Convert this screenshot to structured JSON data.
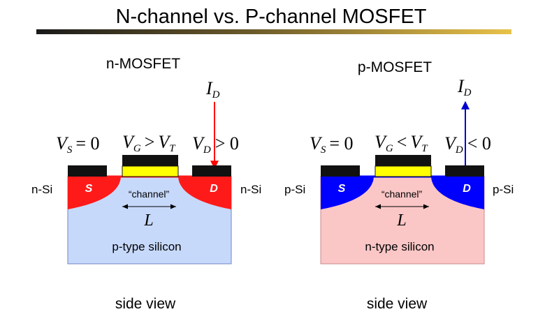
{
  "slide_title": "N-channel vs. P-channel MOSFET",
  "colors": {
    "title_bar_left": "#1a1a1a",
    "title_bar_right": "#e8c24a",
    "metal": "#111111",
    "gate_oxide": "#ffff00",
    "n_region": "#ff1a1a",
    "p_region": "#0000ff",
    "p_substrate": "#c7d9fb",
    "n_substrate": "#fbc6c6",
    "arrow_nmos": "#ff0000",
    "arrow_pmos": "#0000cc"
  },
  "nmos": {
    "title": "n-MOSFET",
    "vs": "V",
    "vs_sub": "S",
    "vs_rel": "= 0",
    "vg": "V",
    "vg_sub": "G",
    "vg_rel": ">",
    "vt": "V",
    "vt_sub": "T",
    "vd": "V",
    "vd_sub": "D",
    "vd_rel": "> 0",
    "id": "I",
    "id_sub": "D",
    "source_label": "S",
    "drain_label": "D",
    "side_left": "n-Si",
    "side_right": "n-Si",
    "channel": "“channel”",
    "length": "L",
    "substrate": "p-type silicon",
    "view": "side view"
  },
  "pmos": {
    "title": "p-MOSFET",
    "vs": "V",
    "vs_sub": "S",
    "vs_rel": "= 0",
    "vg": "V",
    "vg_sub": "G",
    "vg_rel": "<",
    "vt": "V",
    "vt_sub": "T",
    "vd": "V",
    "vd_sub": "D",
    "vd_rel": "< 0",
    "id": "I",
    "id_sub": "D",
    "source_label": "S",
    "drain_label": "D",
    "side_left": "p-Si",
    "side_right": "p-Si",
    "channel": "“channel”",
    "length": "L",
    "substrate": "n-type silicon",
    "view": "side view"
  }
}
